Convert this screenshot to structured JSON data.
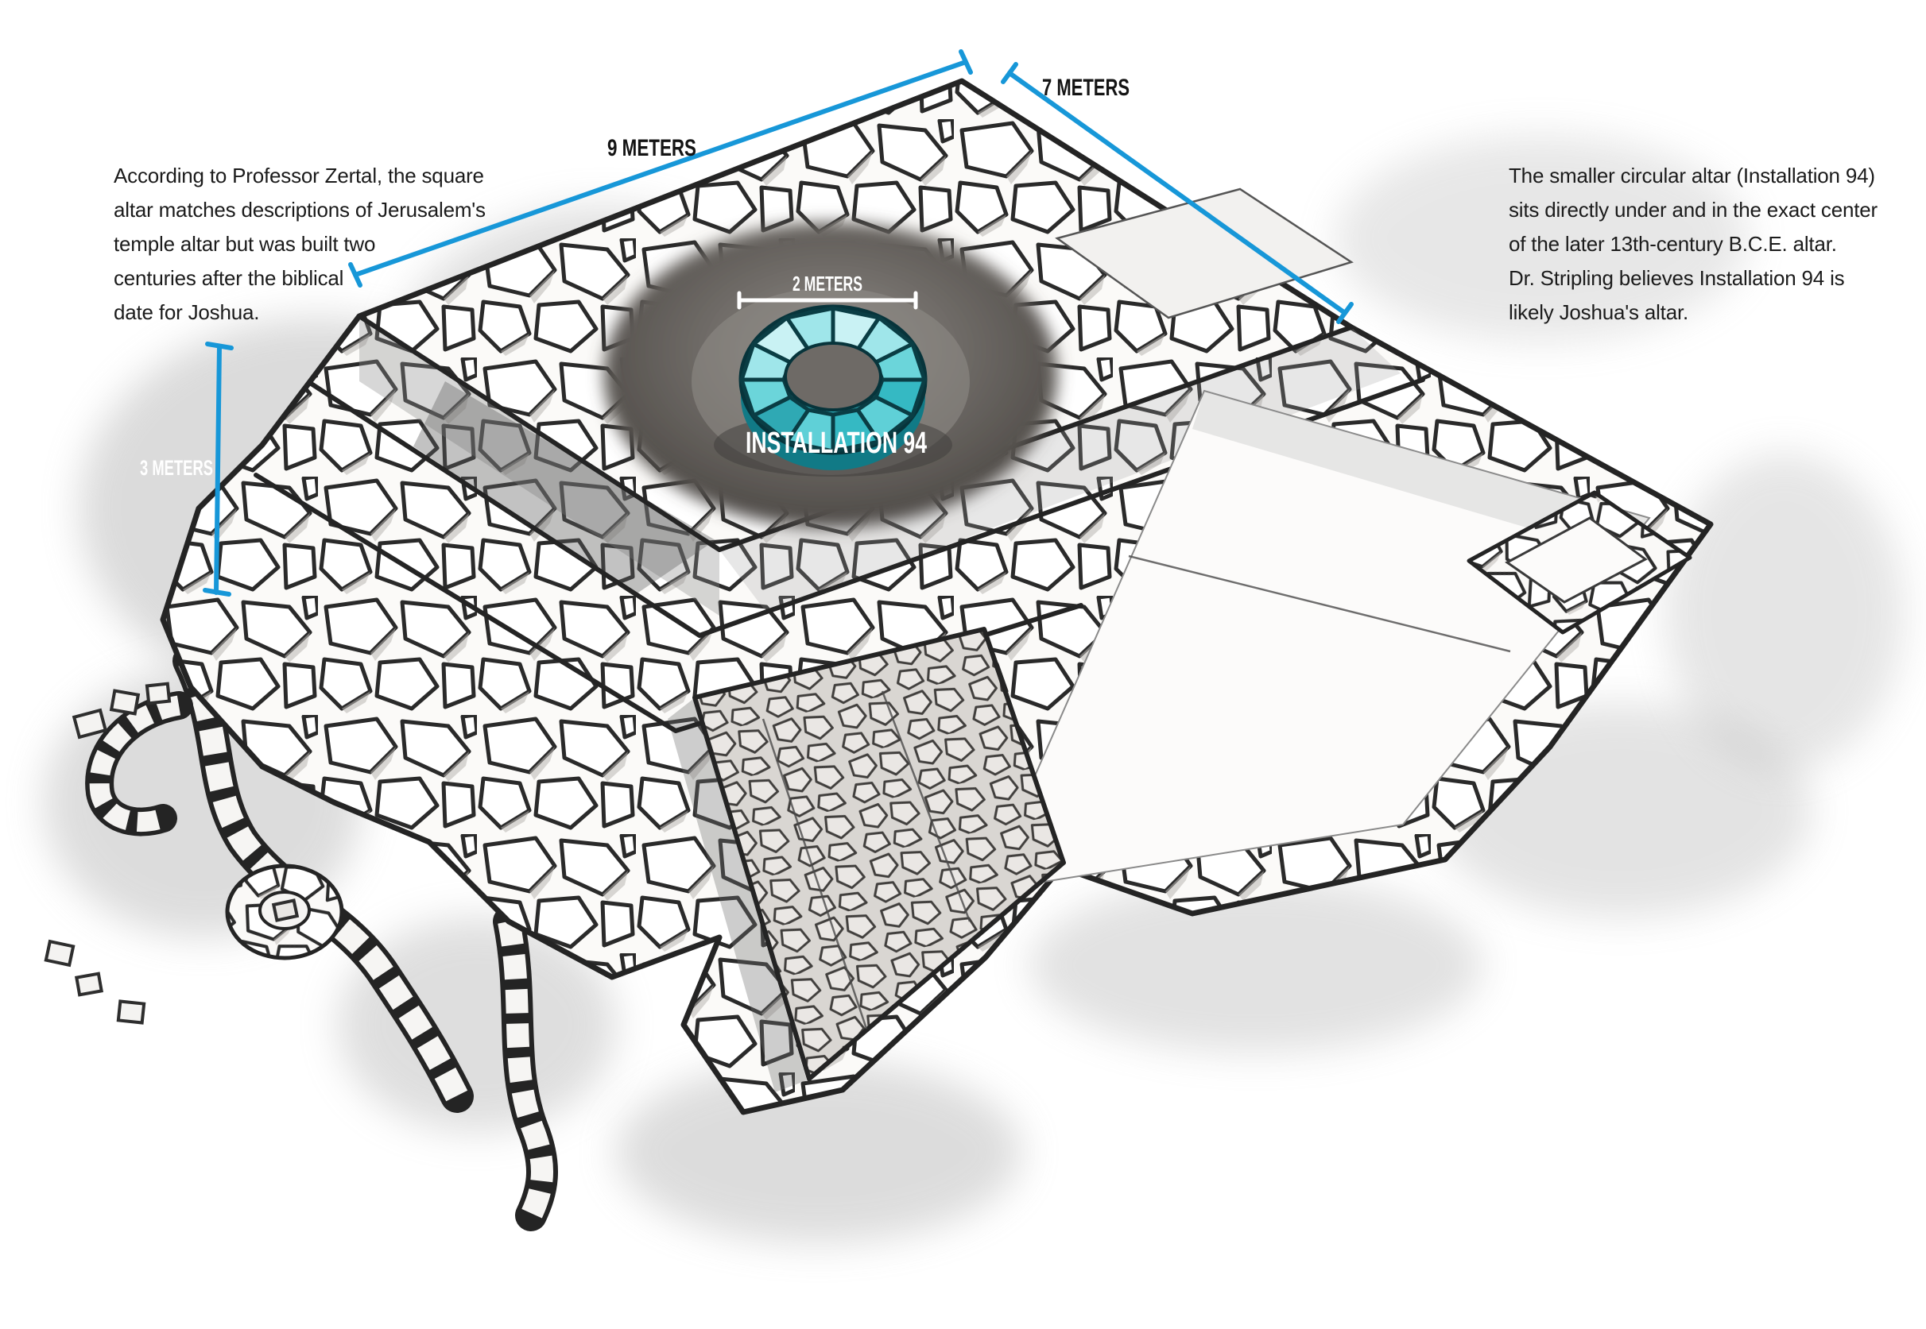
{
  "illustration": {
    "subject": "Isometric hand-drawn reconstruction of the square stone altar at Mount Ebal with the circular Installation 94 at its center",
    "installation_label": "INSTALLATION 94",
    "measurements": {
      "top_width": "9 METERS",
      "top_depth": "7 METERS",
      "height": "3 METERS",
      "ring_diameter": "2 METERS"
    },
    "colors": {
      "dimension_blue": "#1797D8",
      "ring_teal": "#35BFC9",
      "pit_gray": "#6F6B67",
      "stone_outline": "#2A2A2A"
    }
  },
  "annotations": {
    "left_note": {
      "lines": [
        "According to Professor Zertal, the square",
        "altar matches descriptions of Jerusalem's",
        "temple altar but was built two",
        "centuries after the biblical",
        "date for Joshua."
      ]
    },
    "right_note": {
      "lines": [
        "The smaller circular altar (Installation 94)",
        "sits directly under and in the exact center",
        "of the later 13th-century B.C.E. altar.",
        "Dr. Stripling believes Installation 94 is",
        "likely Joshua's altar."
      ]
    }
  }
}
